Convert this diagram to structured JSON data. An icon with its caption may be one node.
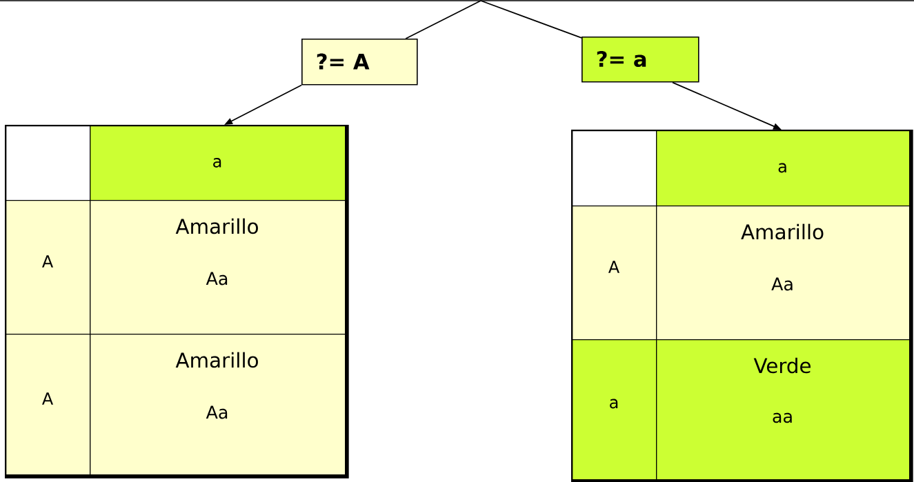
{
  "diagram": {
    "nodes": [
      {
        "text": [
          "?= A"
        ]
      },
      {
        "text": [
          "?= a"
        ]
      },
      {
        "text": [],
        "shape": "box"
      },
      {
        "text": [],
        "shape": "box",
        "in": 2
      },
      {
        "text": [
          "a"
        ],
        "in": 2
      },
      {
        "text": [
          "A"
        ],
        "in": 2
      },
      {
        "text": [
          "Amarillo",
          "Aa"
        ],
        "in": 2
      },
      {
        "text": [
          "A"
        ],
        "in": 2
      },
      {
        "text": [
          "Amarillo",
          "Aa"
        ],
        "in": 2
      },
      {
        "text": [],
        "shape": "box"
      },
      {
        "text": [],
        "shape": "box",
        "in": 9
      },
      {
        "text": [
          "a"
        ],
        "in": 9
      },
      {
        "text": [
          "A"
        ],
        "in": 9
      },
      {
        "text": [
          "Amarillo",
          "Aa"
        ],
        "in": 9
      },
      {
        "text": [
          "a"
        ],
        "in": 9
      },
      {
        "text": [
          "Verde",
          "aa"
        ],
        "in": 9
      }
    ],
    "edges": [
      {
        "from": null,
        "to": 0,
        "arrow": "none"
      },
      {
        "from": null,
        "to": 1,
        "arrow": "none"
      },
      {
        "from": 0,
        "to": 2,
        "arrow": "to"
      },
      {
        "from": 1,
        "to": 9,
        "arrow": "to"
      }
    ]
  }
}
